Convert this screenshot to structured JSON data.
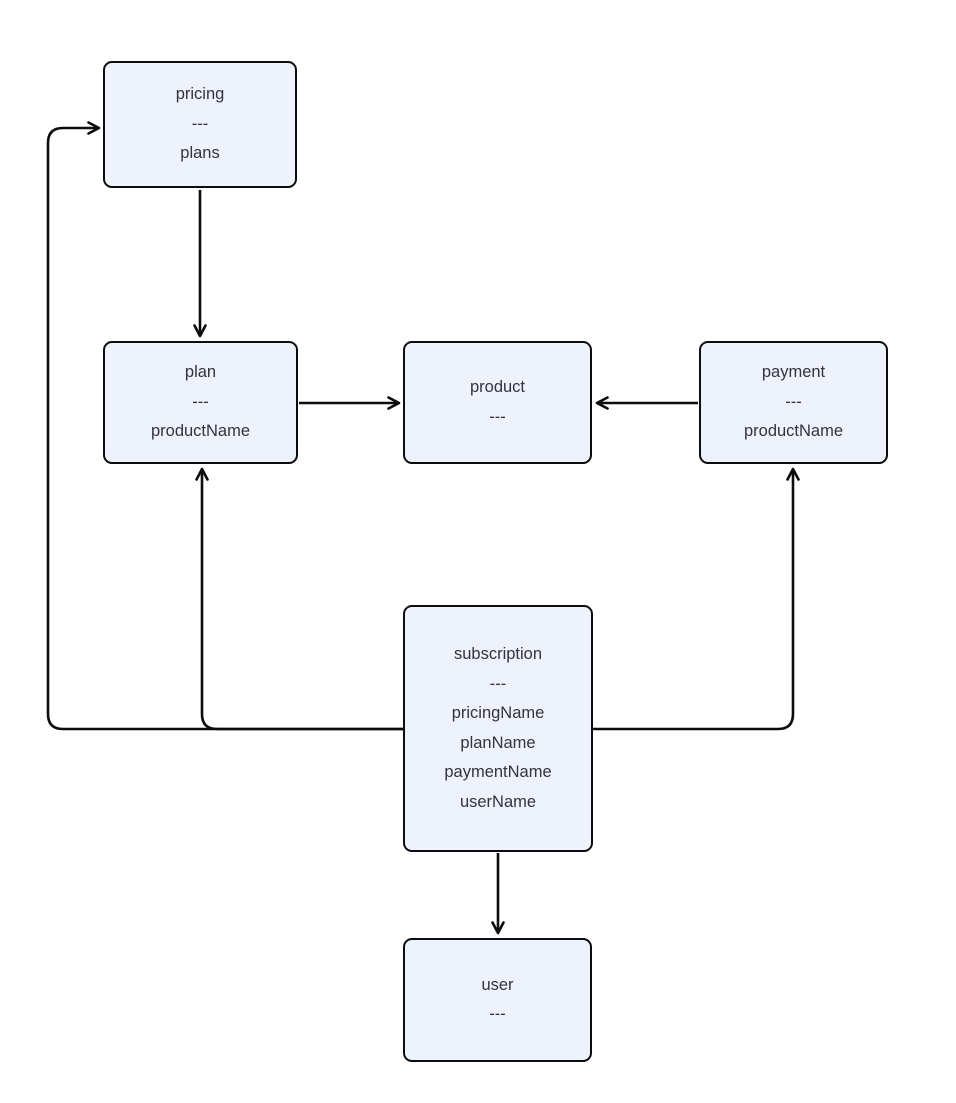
{
  "diagram": {
    "type": "flowchart",
    "background_color": "#ffffff",
    "node_fill_color": "#edf2fc",
    "node_border_color": "#0d0d0d",
    "edge_color": "#0d0d0d",
    "text_color": "#333340",
    "nodes": {
      "pricing": {
        "lines": [
          "pricing",
          "---",
          "plans"
        ]
      },
      "plan": {
        "lines": [
          "plan",
          "---",
          "productName"
        ]
      },
      "product": {
        "lines": [
          "product",
          "---"
        ]
      },
      "payment": {
        "lines": [
          "payment",
          "---",
          "productName"
        ]
      },
      "subscription": {
        "lines": [
          "subscription",
          "---",
          "pricingName",
          "planName",
          "paymentName",
          "userName"
        ]
      },
      "user": {
        "lines": [
          "user",
          "---"
        ]
      }
    },
    "edges": [
      {
        "from": "pricing",
        "to": "plan"
      },
      {
        "from": "plan",
        "to": "product"
      },
      {
        "from": "payment",
        "to": "product"
      },
      {
        "from": "subscription",
        "to": "pricing"
      },
      {
        "from": "subscription",
        "to": "plan"
      },
      {
        "from": "subscription",
        "to": "payment"
      },
      {
        "from": "subscription",
        "to": "user"
      }
    ]
  }
}
